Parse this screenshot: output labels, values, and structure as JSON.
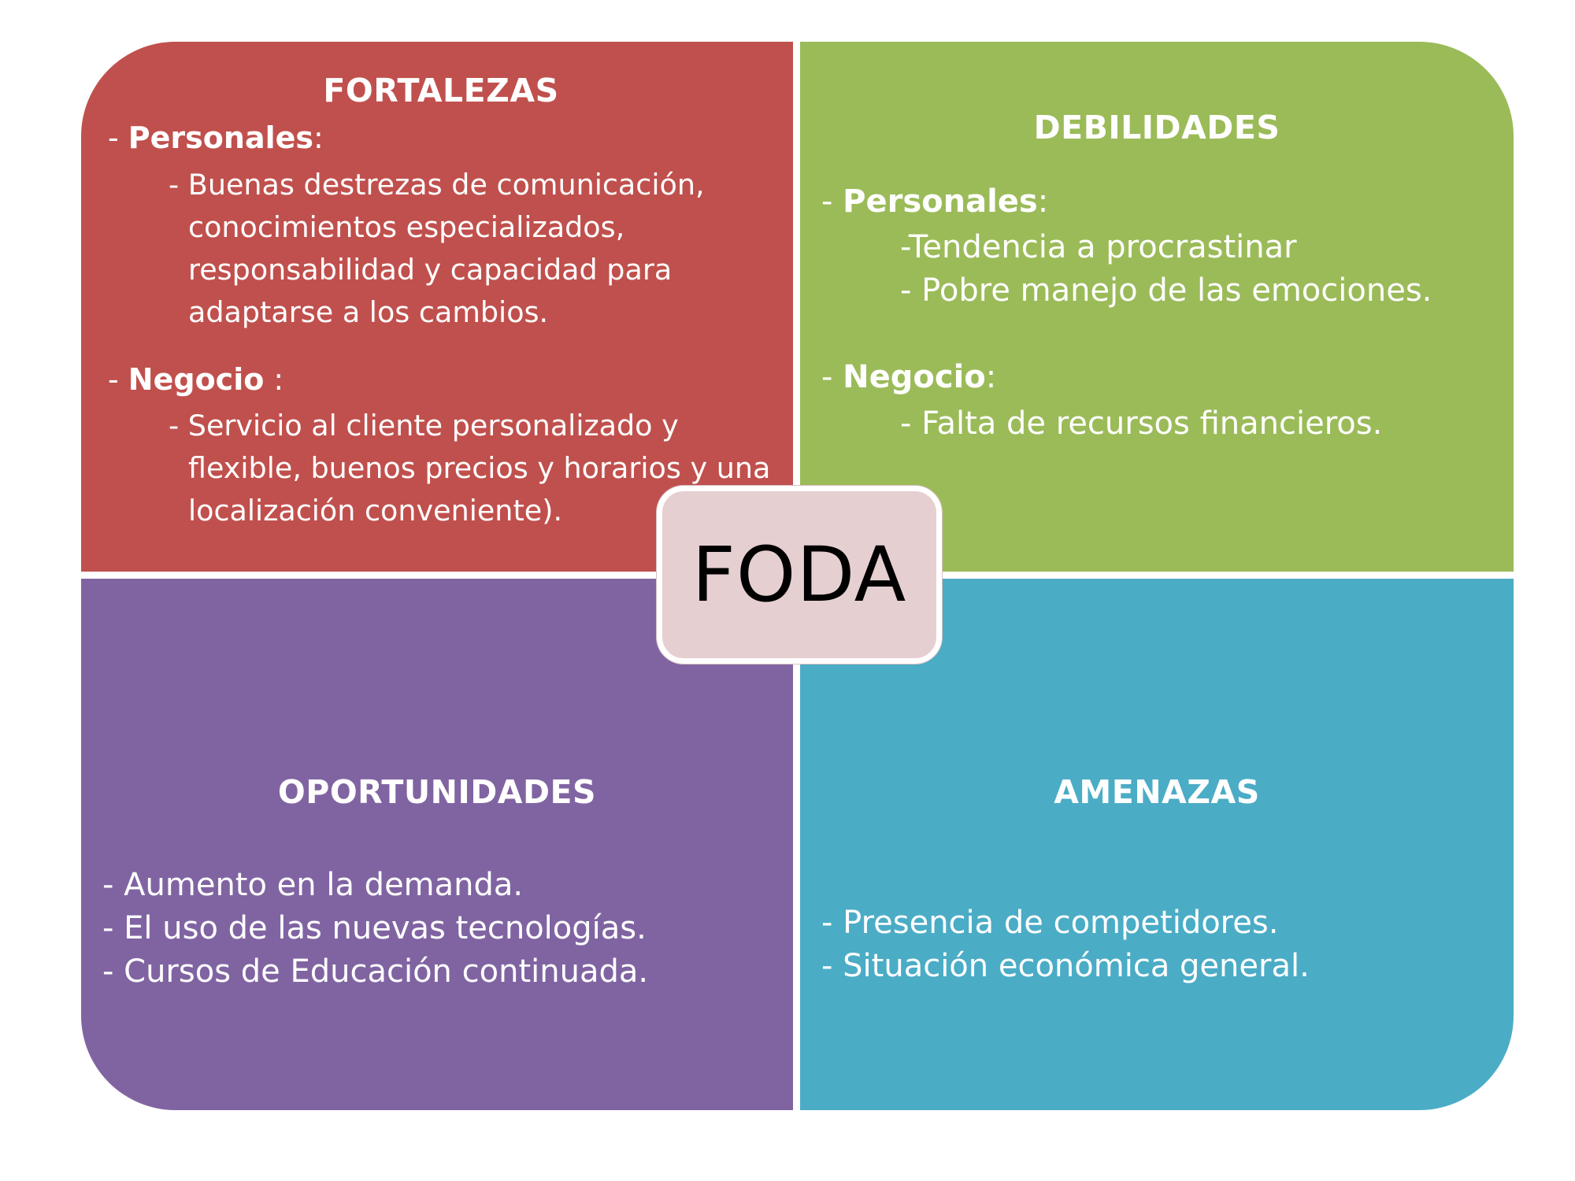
{
  "center": {
    "label": "FODA",
    "color": "#e6cfd1"
  },
  "fortalezas": {
    "color": "#c0504d",
    "title": "FORTALEZAS",
    "personal_dash": "- ",
    "personal_label": "Personales",
    "personal_colon": ":",
    "personal_lines": [
      "- Buenas destrezas de comunicación,",
      "conocimientos especializados,",
      "responsabilidad y capacidad para",
      "adaptarse a los cambios."
    ],
    "business_dash": "- ",
    "business_label": "Negocio",
    "business_colon": " :",
    "business_lines": [
      "- Servicio al cliente personalizado y",
      "flexible, buenos precios y horarios y una",
      "localización conveniente)."
    ]
  },
  "debilidades": {
    "color": "#9bbb59",
    "title": "DEBILIDADES",
    "personal_dash": "- ",
    "personal_label": "Personales",
    "personal_colon": ":",
    "personal_lines": [
      "-Tendencia a procrastinar",
      "- Pobre manejo de las emociones."
    ],
    "business_dash": "- ",
    "business_label": "Negocio",
    "business_colon": ":",
    "business_lines": [
      "- Falta de recursos financieros."
    ]
  },
  "oportunidades": {
    "color": "#8064a2",
    "title": "OPORTUNIDADES",
    "lines": [
      "- Aumento  en la demanda.",
      "- El uso de las nuevas tecnologías.",
      "- Cursos de Educación continuada."
    ]
  },
  "amenazas": {
    "color": "#4bacc6",
    "title": "AMENAZAS",
    "lines": [
      "- Presencia de competidores.",
      "- Situación económica general."
    ]
  }
}
